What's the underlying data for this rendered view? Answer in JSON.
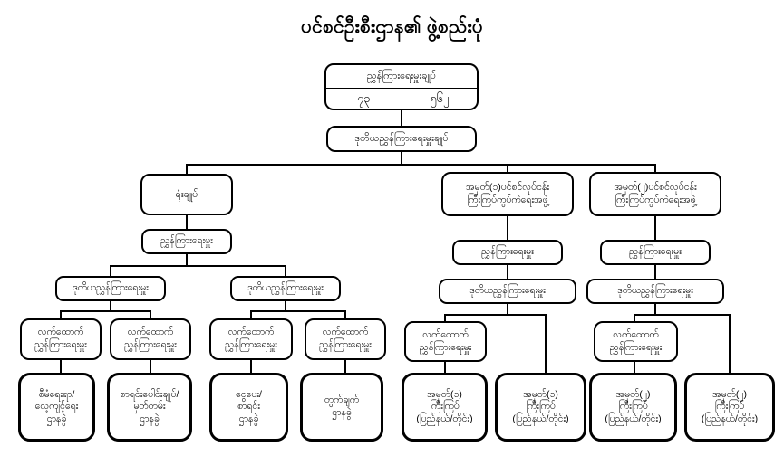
{
  "title": "ပင်စင်ဦးစီးဌာန၏ ဖွဲ့စည်းပုံ",
  "nodes": {
    "director_general": {
      "label": "ညွှန်ကြားရေးမှူးချုပ်",
      "value_left": "၇၃",
      "value_right": "၅၆၂"
    },
    "deputy_director_general": {
      "label": "ဒုတိယညွှန်ကြားရေးမှူးချုပ်"
    },
    "head_office": {
      "label": "ရုံးချုပ်"
    },
    "pension_team_1": {
      "line1": "အမှတ်(၁)ပင်စင်လုပ်ငန်း",
      "line2": "ကြီးကြပ်ကွပ်ကဲရေးအဖွဲ့"
    },
    "pension_team_2": {
      "line1": "အမှတ်(၂)ပင်စင်လုပ်ငန်း",
      "line2": "ကြီးကြပ်ကွပ်ကဲရေးအဖွဲ့"
    },
    "director": {
      "label": "ညွှန်ကြားရေးမှူး"
    },
    "deputy_director": {
      "label": "ဒုတိယညွှန်ကြားရေးမှူး"
    },
    "assistant_director": {
      "line1": "လက်ထောက်",
      "line2": "ညွှန်ကြားရေးမှူး"
    },
    "division_admin_training": {
      "line1": "စီမံရေးရာ/",
      "line2": "လေ့ကျင့်ရေး",
      "line3": "ဌာနခွဲ"
    },
    "division_accounts_records": {
      "line1": "စာရင်းပေါင်းချုပ်/",
      "line2": "မှတ်တမ်း",
      "line3": "ဌာနခွဲ"
    },
    "division_payment_accounts": {
      "line1": "ငွေပေး/",
      "line2": "စာရင်း",
      "line3": "ဌာနခွဲ"
    },
    "division_calculation": {
      "line1": "တွက်ချက်",
      "line2": "ဌာနခွဲ"
    },
    "supervision_team_1": {
      "line1": "အမှတ်(၁)",
      "line2": "ကြီးကြပ်",
      "line3": "(ပြည်နယ်/တိုင်း)"
    },
    "supervision_team_2": {
      "line1": "အမှတ်(၂)",
      "line2": "ကြီးကြပ်",
      "line3": "(ပြည်နယ်/တိုင်း)"
    }
  },
  "colors": {
    "background": "#ffffff",
    "box_border": "#000000",
    "line": "#000000",
    "text": "#000000"
  }
}
